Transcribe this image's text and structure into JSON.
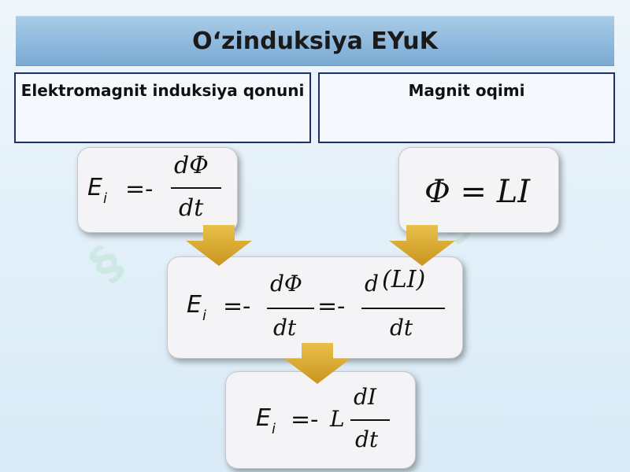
{
  "slide": {
    "title": "O‘zinduksiya EYuK",
    "left_heading": "Elektromagnit induksiya qonuni",
    "right_heading": "Magnit oqimi"
  },
  "formulas": {
    "f1": {
      "lhs_base": "E",
      "lhs_sub": "i",
      "eq": "=-",
      "num": "dΦ",
      "den": "dt"
    },
    "f2": {
      "text": "Φ = LI"
    },
    "f3": {
      "lhs_base": "E",
      "lhs_sub": "i",
      "eq1": "=-",
      "num1": "dΦ",
      "den1": "dt",
      "eq2": "=-",
      "num2_d": "d",
      "num2_paren": "(LI)",
      "den2": "dt"
    },
    "f4": {
      "lhs_base": "E",
      "lhs_sub": "i",
      "eq": "=-",
      "coef": "L",
      "num": "dI",
      "den": "dt"
    }
  },
  "colors": {
    "title_bar": "#8fb9dd",
    "box_border": "#1f2f6b",
    "arrow": "#d4a72c",
    "background": "#e3f0f9"
  },
  "icons": [
    "down-arrow-icon"
  ]
}
